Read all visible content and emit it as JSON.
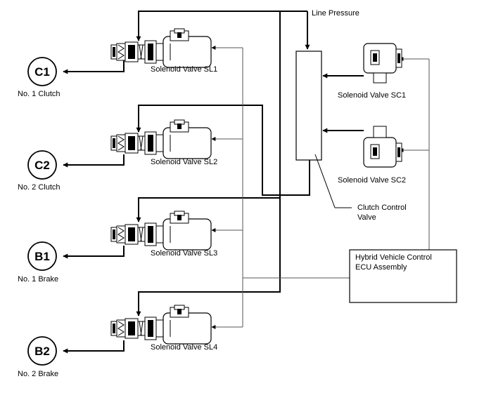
{
  "line_pressure": "Line Pressure",
  "clutch_control_valve": [
    "Clutch Control",
    "Valve"
  ],
  "ecu": [
    "Hybrid Vehicle Control",
    "ECU Assembly"
  ],
  "solenoids": {
    "sl1": "Solenoid Valve SL1",
    "sl2": "Solenoid Valve SL2",
    "sl3": "Solenoid Valve SL3",
    "sl4": "Solenoid Valve SL4",
    "sc1": "Solenoid Valve SC1",
    "sc2": "Solenoid Valve SC2"
  },
  "elements": [
    {
      "symbol": "C1",
      "caption": "No. 1 Clutch"
    },
    {
      "symbol": "C2",
      "caption": "No. 2 Clutch"
    },
    {
      "symbol": "B1",
      "caption": "No. 1 Brake"
    },
    {
      "symbol": "B2",
      "caption": "No. 2 Brake"
    }
  ]
}
